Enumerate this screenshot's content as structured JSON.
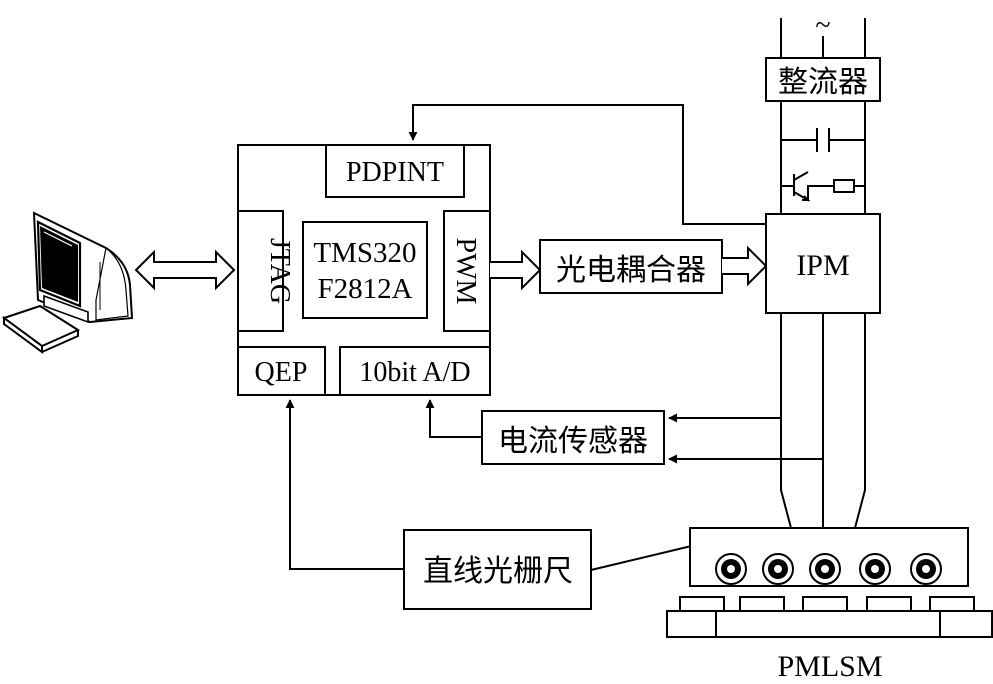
{
  "dsp": {
    "chip_line1": "TMS320",
    "chip_line2": "F2812A",
    "pdpint": "PDPINT",
    "jtag": "JTAG",
    "pwm": "PWM",
    "qep": "QEP",
    "adc": "10bit A/D"
  },
  "optocoupler": "光电耦合器",
  "ipm": "IPM",
  "rectifier": "整流器",
  "ac_symbol": "~",
  "current_sensor": "电流传感器",
  "linear_grating": "直线光栅尺",
  "motor": "PMLSM"
}
